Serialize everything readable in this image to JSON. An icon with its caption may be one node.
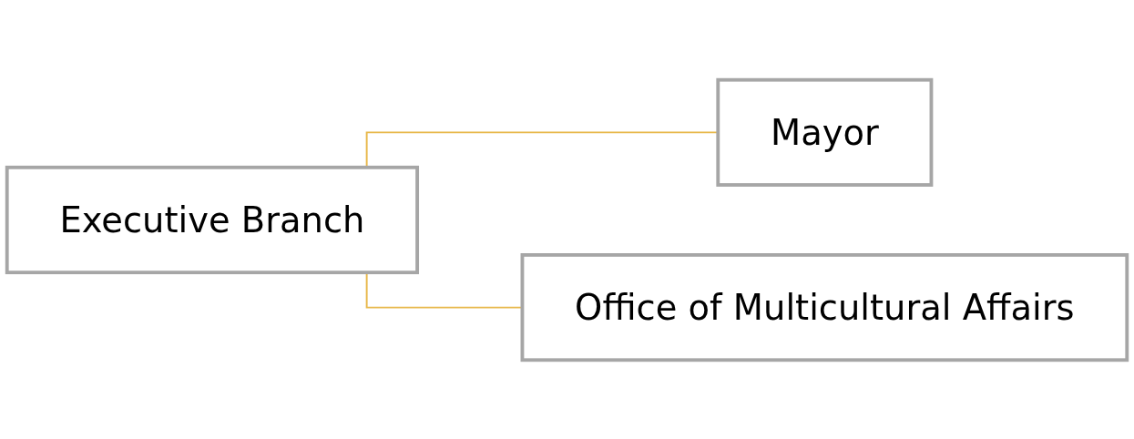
{
  "diagram": {
    "nodes": [
      {
        "text": [
          "Executive Branch"
        ]
      },
      {
        "text": [
          "Mayor"
        ]
      },
      {
        "text": [
          "Office of Multicultural Affairs"
        ]
      }
    ],
    "edges": [
      {
        "from": 0,
        "to": 1,
        "arrow": "none"
      },
      {
        "from": 0,
        "to": 2,
        "arrow": "none"
      }
    ]
  }
}
